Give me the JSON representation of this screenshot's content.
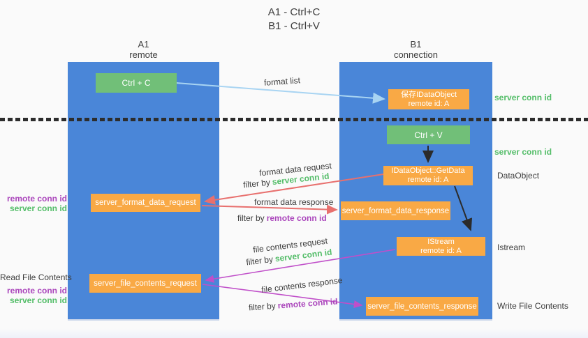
{
  "title": {
    "line1": "A1 - Ctrl+C",
    "line2": "B1 - Ctrl+V"
  },
  "columns": {
    "left": {
      "name": "A1",
      "subtitle": "remote"
    },
    "right": {
      "name": "B1",
      "subtitle": "connection"
    }
  },
  "nodes": {
    "ctrl_c": "Ctrl + C",
    "ctrl_v": "Ctrl + V",
    "save_idataobject": {
      "line1": "保存IDataObject",
      "line2": "remote id: A"
    },
    "getdata": {
      "line1": "IDataObject::GetData",
      "line2": "remote id: A"
    },
    "istream": {
      "line1": "IStream",
      "line2": "remote id: A"
    },
    "server_format_data_request": "server_format_data_request",
    "server_format_data_response": "server_format_data_response",
    "server_file_contents_request": "server_file_contents_request",
    "server_file_contents_response": "server_file_contents_response"
  },
  "labels": {
    "format_list": "format list",
    "format_data_request": "format data request",
    "format_data_response": "format data response",
    "file_contents_request": "file contents request",
    "file_contents_response": "file contents response",
    "filter_by": "filter by",
    "server_conn_id": "server conn id",
    "remote_conn_id": "remote conn id",
    "dataobject": "DataObject",
    "istream_side": "Istream",
    "read_file_contents": "Read File Contents",
    "write_file_contents": "Write File Contents"
  },
  "colors": {
    "machine_blue": "#4a86d8",
    "action_green": "#71bf78",
    "message_orange": "#f9a945",
    "request_red": "#e8706e",
    "response_magenta": "#c04fc9",
    "format_list_blue": "#a8d4f2",
    "server_conn_green": "#53bd68",
    "remote_conn_purple": "#ab47bc"
  }
}
